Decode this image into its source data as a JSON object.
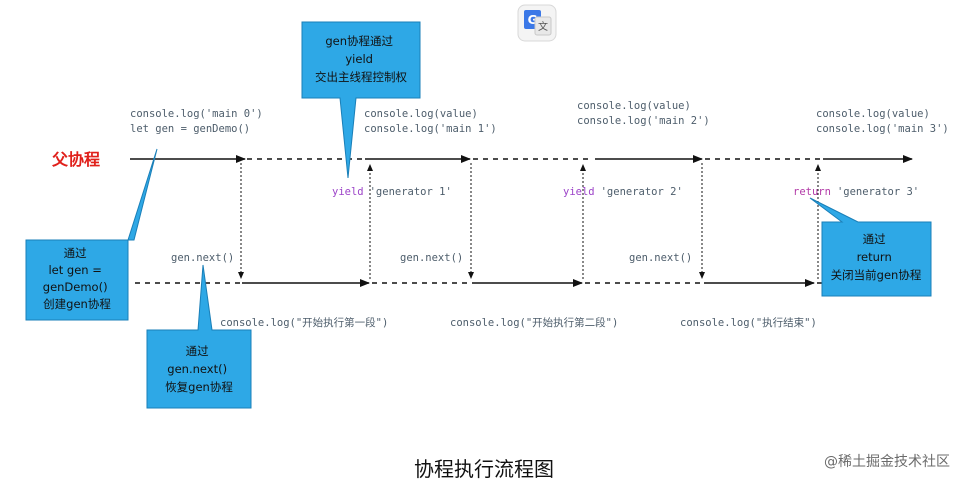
{
  "lanes": {
    "parent_label": "父协程"
  },
  "code": {
    "main0_line1": "console.log('main 0')",
    "main0_line2": "let gen = genDemo()",
    "main1_line1": "console.log(value)",
    "main1_line2": "console.log('main 1')",
    "main2_line1": "console.log(value)",
    "main2_line2": "console.log('main 2')",
    "main3_line1": "console.log(value)",
    "main3_line2": "console.log('main 3')",
    "yield1_kw": "yield",
    "yield1_val": "'generator 1'",
    "yield2_kw": "yield",
    "yield2_val": "'generator 2'",
    "return_kw": "return",
    "return_val": "'generator 3'",
    "next1": "gen.next()",
    "next2": "gen.next()",
    "next3": "gen.next()",
    "gen_log1": "console.log(\"开始执行第一段\")",
    "gen_log2": "console.log(\"开始执行第二段\")",
    "gen_log3": "console.log(\"执行结束\")"
  },
  "callouts": {
    "create": [
      "通过",
      "let gen =",
      "genDemo()",
      "创建gen协程"
    ],
    "yield": [
      "gen协程通过",
      "yield",
      "交出主线程控制权"
    ],
    "resume": [
      "通过",
      "gen.next()",
      "恢复gen协程"
    ],
    "return": [
      "通过",
      "return",
      "关闭当前gen协程"
    ]
  },
  "footer": {
    "title": "协程执行流程图",
    "brand": "@稀土掘金技术社区"
  },
  "icons": {
    "translate": "translate-icon"
  },
  "colors": {
    "callout_fill": "#2ea8e6",
    "callout_stroke": "#1a7fb8",
    "line": "#111111",
    "code": "#4d5d6b",
    "keyword": "#b23aa7",
    "parent_label": "#e0201b"
  }
}
